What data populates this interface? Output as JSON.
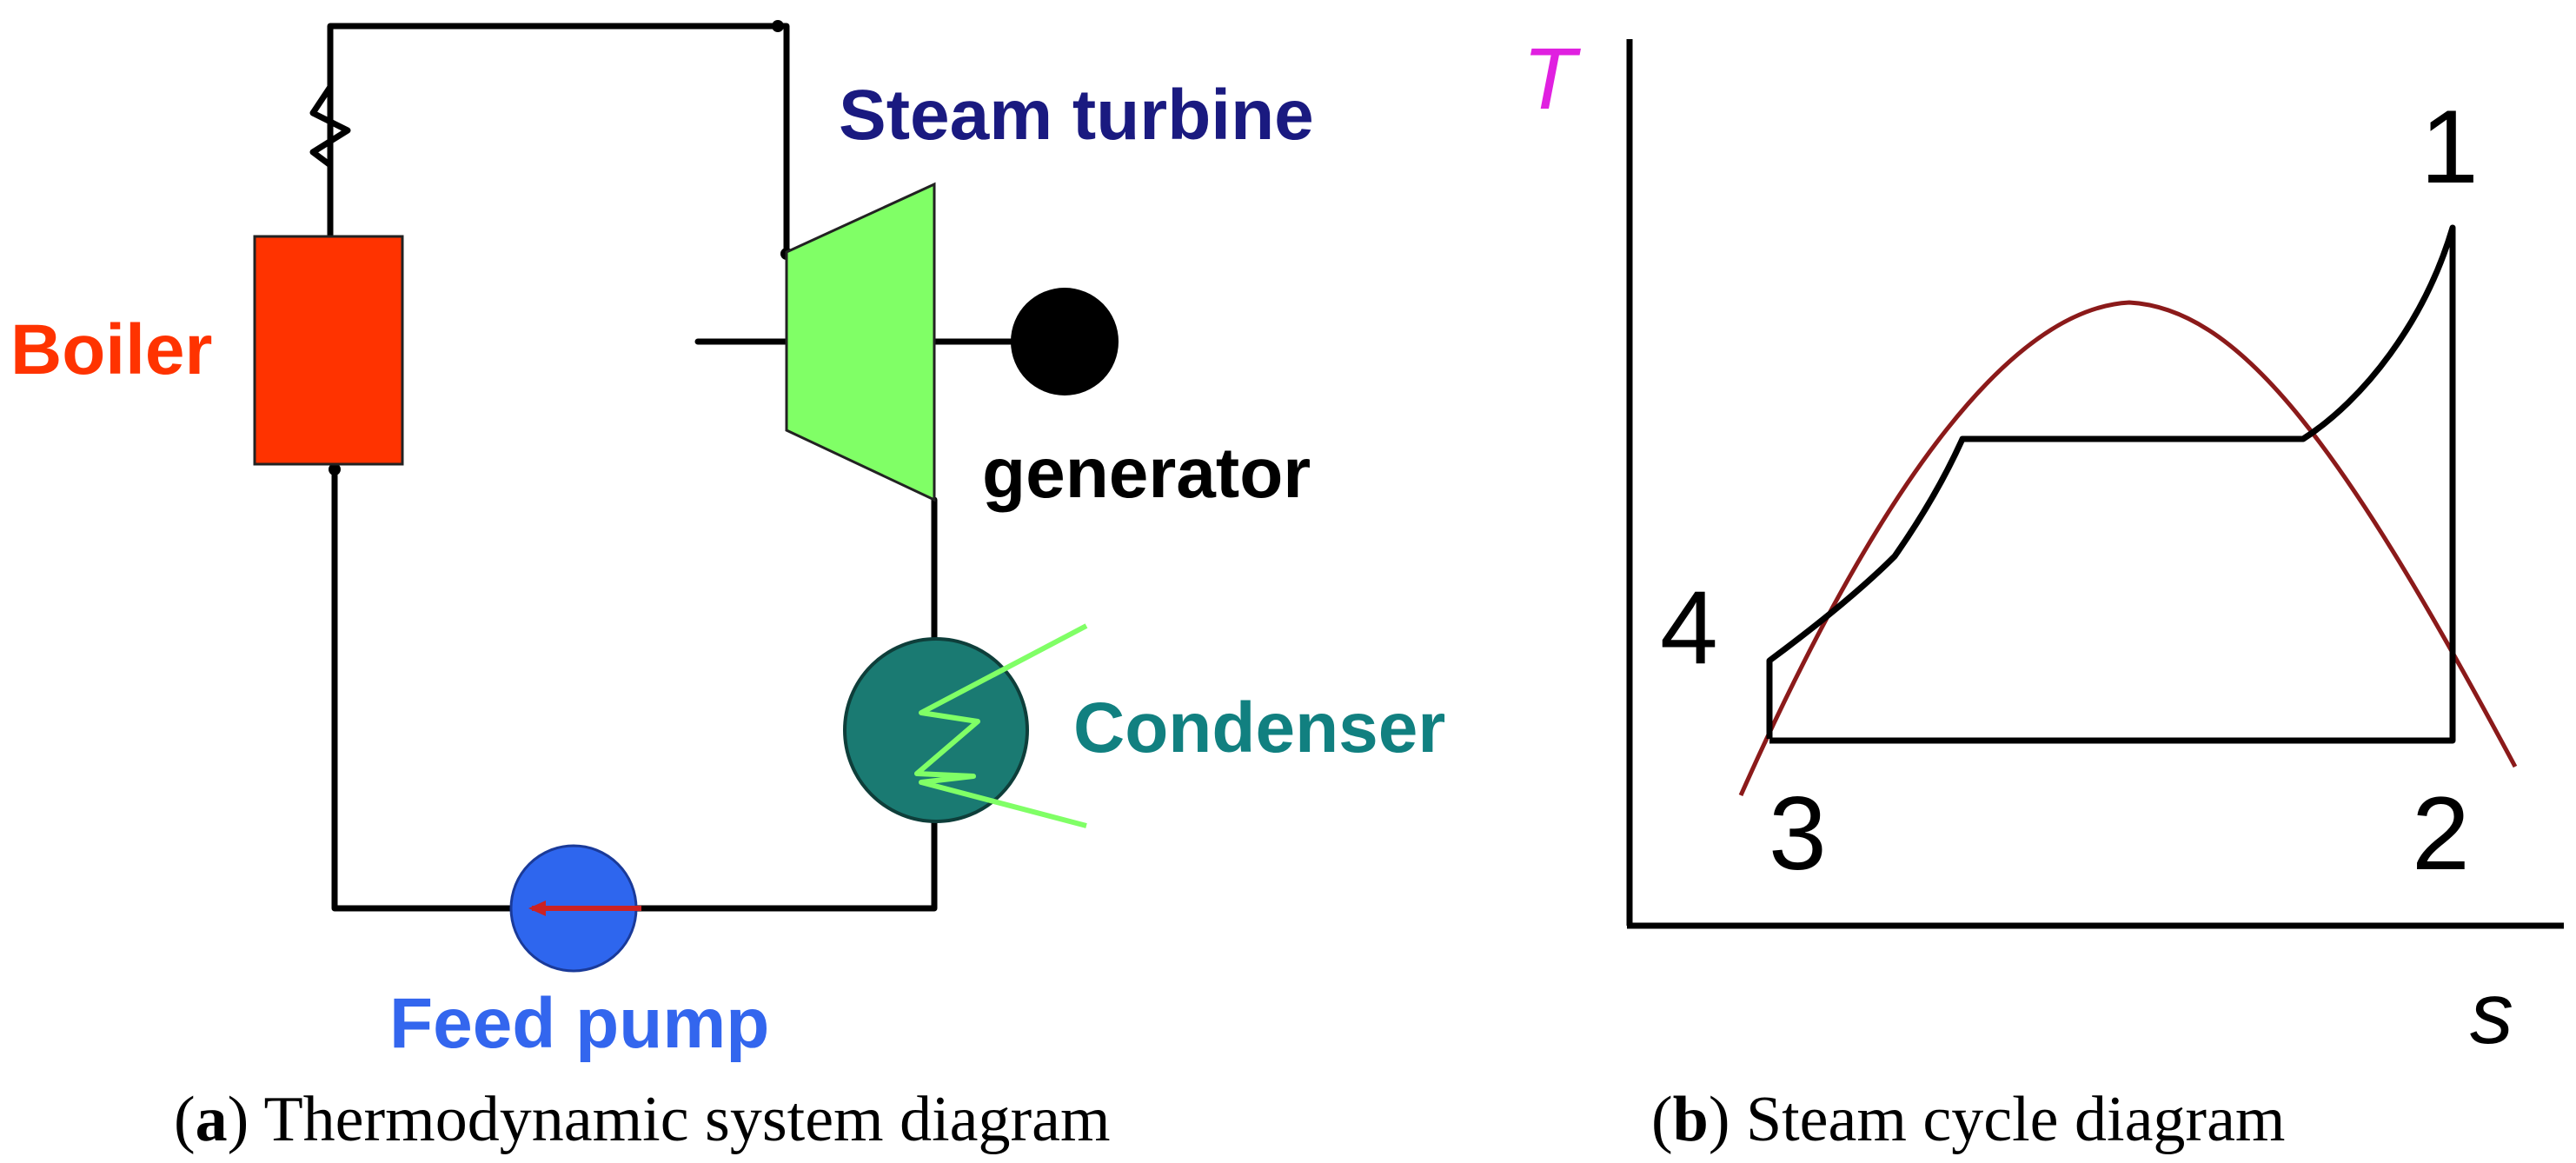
{
  "panel_a": {
    "labels": {
      "steam_turbine": "Steam turbine",
      "boiler": "Boiler",
      "generator": "generator",
      "condenser": "Condenser",
      "feed_pump": "Feed pump"
    },
    "caption": {
      "letter": "a",
      "text": " Thermodynamic system diagram"
    }
  },
  "panel_b": {
    "axis_labels": {
      "y": "T",
      "x": "s"
    },
    "state_points": {
      "p1": "1",
      "p2": "2",
      "p3": "3",
      "p4": "4"
    },
    "caption": {
      "letter": "b",
      "text": " Steam cycle diagram"
    }
  },
  "colors": {
    "steam_turbine": "#1a1a80",
    "boiler": "#ff3300",
    "boiler_fill": "#ff3300",
    "turbine_fill": "#80ff66",
    "condenser_label": "#118080",
    "condenser_fill": "#1a7a72",
    "condenser_coil": "#80ff66",
    "feed_pump": "#3366ee",
    "pump_fill": "#2e66ee",
    "pump_arrow": "#cc2222",
    "axis_T": "#e020e0",
    "saturation_dome": "#8b1a1a",
    "lines": "#000000"
  }
}
